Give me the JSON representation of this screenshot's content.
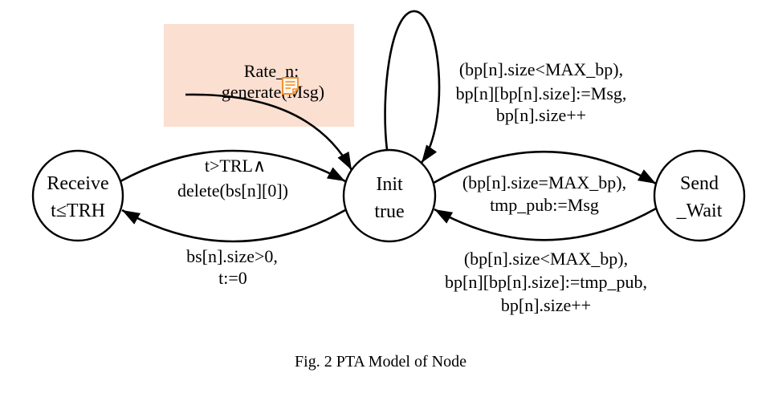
{
  "colors": {
    "background": "#ffffff",
    "ink": "#000000",
    "highlight_box": "#fbdfd1",
    "note_icon": "#f2922f"
  },
  "icons": {
    "annotation": "note-icon"
  },
  "states": {
    "receive": {
      "lines": [
        "Receive",
        "t≤TRH"
      ]
    },
    "init": {
      "lines": [
        "Init",
        "true"
      ]
    },
    "send_wait": {
      "lines": [
        "Send",
        "_Wait"
      ]
    }
  },
  "transitions": {
    "initial": {
      "lines": [
        "Rate_n:",
        "generate(Msg)"
      ]
    },
    "init_self_loop": {
      "lines": [
        "(bp[n].size<MAX_bp),",
        "bp[n][bp[n].size]:=Msg,",
        "bp[n].size++"
      ]
    },
    "receive_to_init": {
      "lines": [
        "t>TRL∧",
        "delete(bs[n][0])"
      ]
    },
    "init_to_receive": {
      "lines": [
        "bs[n].size>0,",
        "t:=0"
      ]
    },
    "init_to_send_wait": {
      "lines": [
        "(bp[n].size=MAX_bp),",
        "tmp_pub:=Msg"
      ]
    },
    "send_wait_to_init": {
      "lines": [
        "(bp[n].size<MAX_bp),",
        "bp[n][bp[n].size]:=tmp_pub,",
        "bp[n].size++"
      ]
    }
  },
  "caption": "Fig. 2 PTA Model of Node"
}
